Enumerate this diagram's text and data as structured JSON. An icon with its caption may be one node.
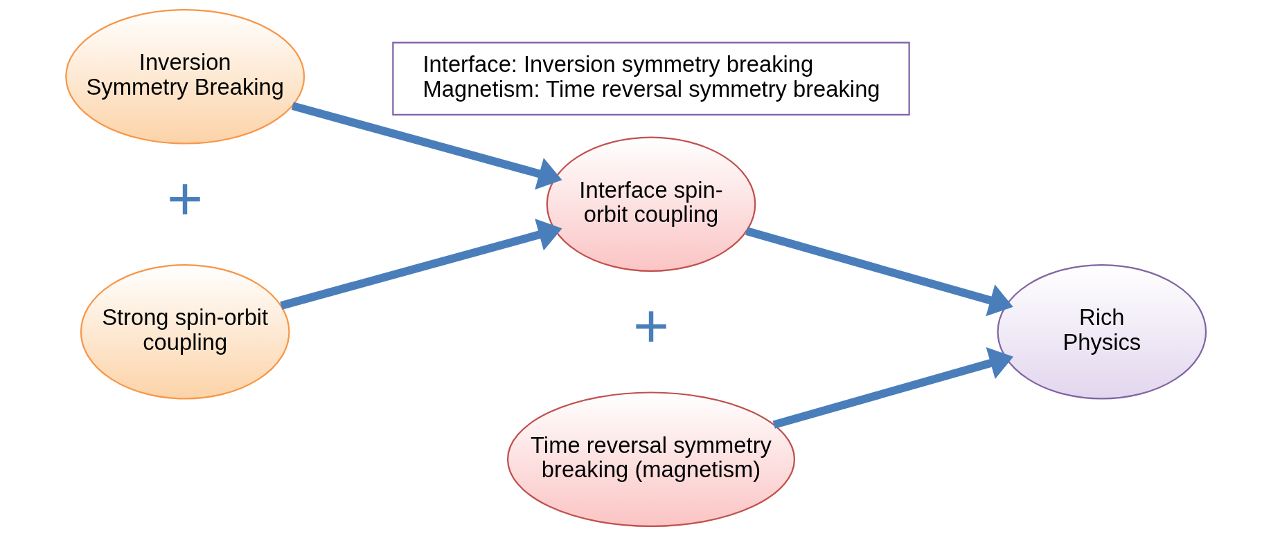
{
  "diagram": {
    "nodes": [
      {
        "text": [
          "Inversion Symmetry Breaking"
        ]
      },
      {
        "text": [
          "Strong spin-orbit coupling"
        ]
      },
      {
        "text": [
          "Interface spin-orbit coupling"
        ]
      },
      {
        "text": [
          "Time reversal symmetry breaking (magnetism)"
        ]
      },
      {
        "text": [
          "Rich Physics"
        ]
      },
      {
        "text": [
          "Interface: Inversion symmetry breaking",
          "Magnetism: Time reversal symmetry breaking"
        ]
      }
    ],
    "edges": [
      {
        "from": 0,
        "to": 2,
        "arrow": "to"
      },
      {
        "from": 1,
        "to": 2,
        "arrow": "to"
      },
      {
        "from": 2,
        "to": 4,
        "arrow": "to"
      },
      {
        "from": 3,
        "to": 4,
        "arrow": "to"
      }
    ],
    "labels": [
      "+",
      "+"
    ]
  }
}
